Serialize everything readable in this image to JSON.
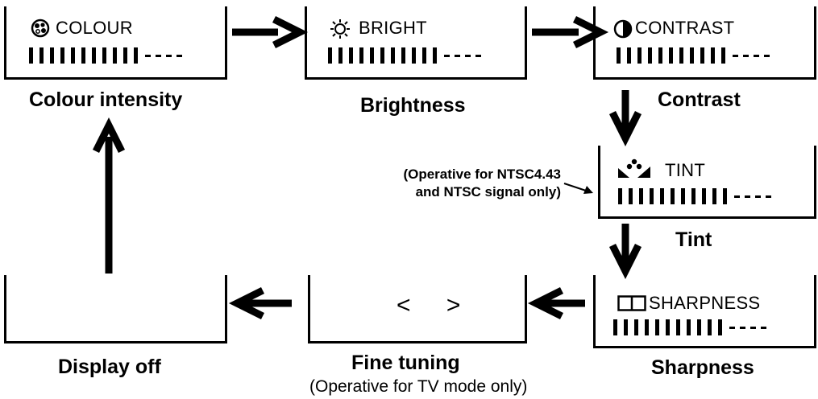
{
  "screens": {
    "colour": {
      "title": "COLOUR",
      "icon": "colour-palette-icon",
      "caption": "Colour intensity"
    },
    "bright": {
      "title": "BRIGHT",
      "icon": "sun-icon",
      "caption": "Brightness"
    },
    "contrast": {
      "title": "CONTRAST",
      "icon": "half-circle-icon",
      "caption": "Contrast"
    },
    "tint": {
      "title": "TINT",
      "icon": "tint-icon",
      "caption": "Tint",
      "note_line1": "(Operative for NTSC4.43",
      "note_line2": "and NTSC signal only)"
    },
    "sharpness": {
      "title": "SHARPNESS",
      "icon": "sharpness-icon",
      "caption": "Sharpness"
    },
    "fine_tuning": {
      "symbols": "< >",
      "caption": "Fine tuning",
      "note": "(Operative for TV mode only)"
    },
    "display_off": {
      "caption": "Display off"
    }
  },
  "level_bar": {
    "filled_segments": 11,
    "empty_segments": 4
  }
}
